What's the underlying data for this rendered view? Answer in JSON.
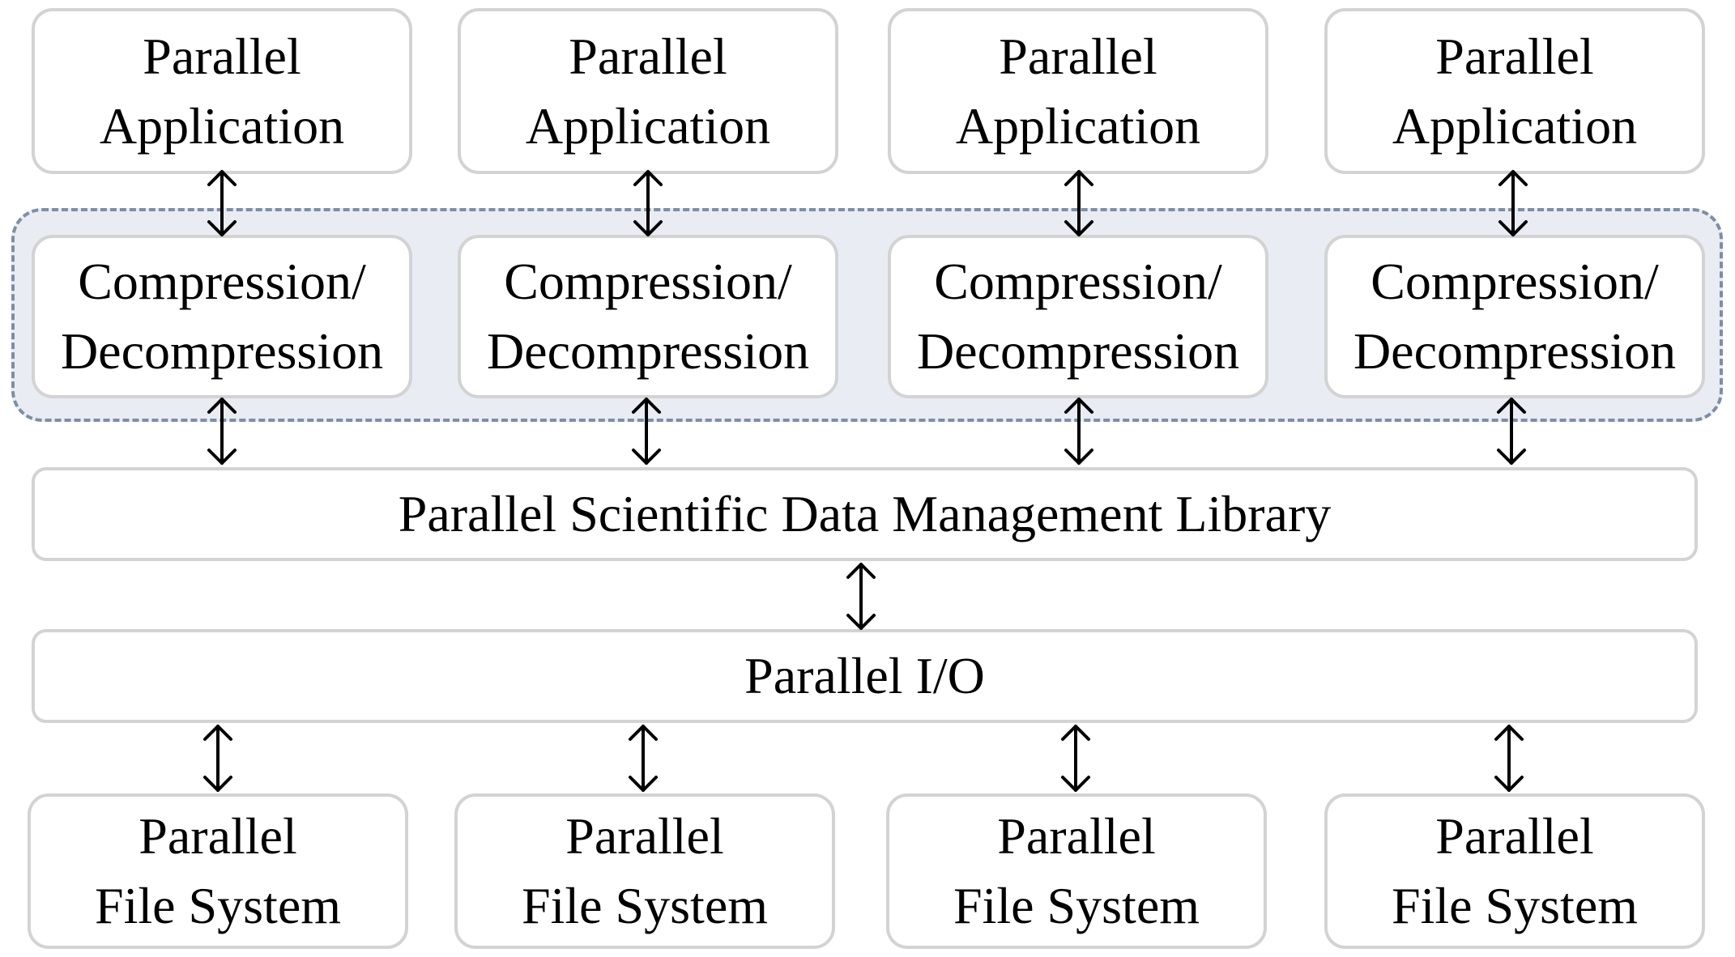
{
  "apps": [
    {
      "line1": "Parallel",
      "line2": "Application"
    },
    {
      "line1": "Parallel",
      "line2": "Application"
    },
    {
      "line1": "Parallel",
      "line2": "Application"
    },
    {
      "line1": "Parallel",
      "line2": "Application"
    }
  ],
  "compression": [
    {
      "line1": "Compression/",
      "line2": "Decompression"
    },
    {
      "line1": "Compression/",
      "line2": "Decompression"
    },
    {
      "line1": "Compression/",
      "line2": "Decompression"
    },
    {
      "line1": "Compression/",
      "line2": "Decompression"
    }
  ],
  "library": {
    "label": "Parallel Scientific Data Management Library"
  },
  "io": {
    "label": "Parallel I/O"
  },
  "filesystems": [
    {
      "line1": "Parallel",
      "line2": "File System"
    },
    {
      "line1": "Parallel",
      "line2": "File System"
    },
    {
      "line1": "Parallel",
      "line2": "File System"
    },
    {
      "line1": "Parallel",
      "line2": "File System"
    }
  ],
  "colors": {
    "box_border": "#d3d3d3",
    "group_fill": "#e9edf3",
    "group_border": "#7d8ea5",
    "arrow": "#000000"
  }
}
